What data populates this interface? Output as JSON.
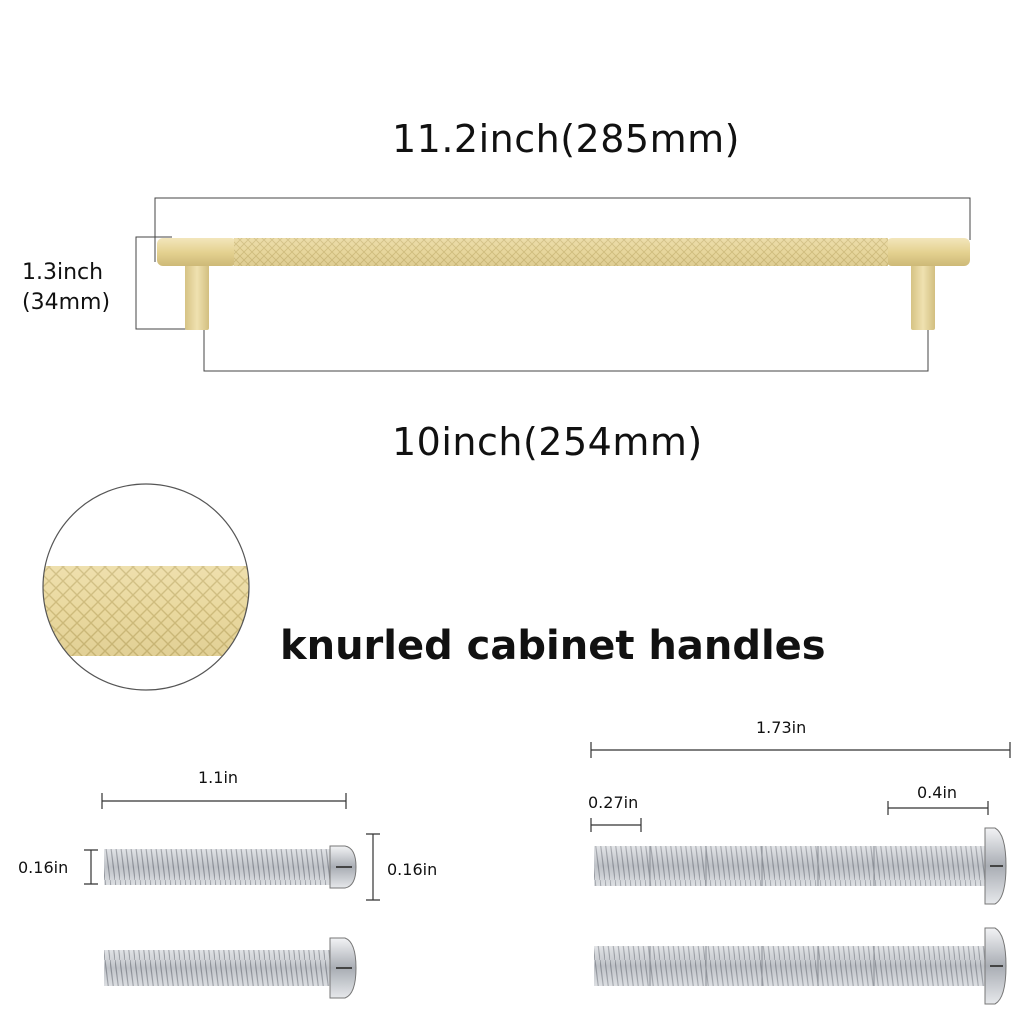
{
  "handle": {
    "overall_length_label": "11.2inch(285mm)",
    "hole_center_label": "10inch(254mm)",
    "height_label_line1": "1.3inch",
    "height_label_line2": "(34mm)"
  },
  "detail": {
    "caption": "knurled cabinet handles"
  },
  "screws_short": {
    "length_label": "1.1in",
    "shaft_diameter_label": "0.16in",
    "head_diameter_label": "0.16in"
  },
  "screws_long": {
    "length_label": "1.73in",
    "tip_segment_label": "0.27in",
    "head_segment_label": "0.4in"
  },
  "colors": {
    "brass": "#e6d49a",
    "brass_dark": "#c9b677",
    "steel": "#b9bcc2",
    "line": "#333333"
  }
}
